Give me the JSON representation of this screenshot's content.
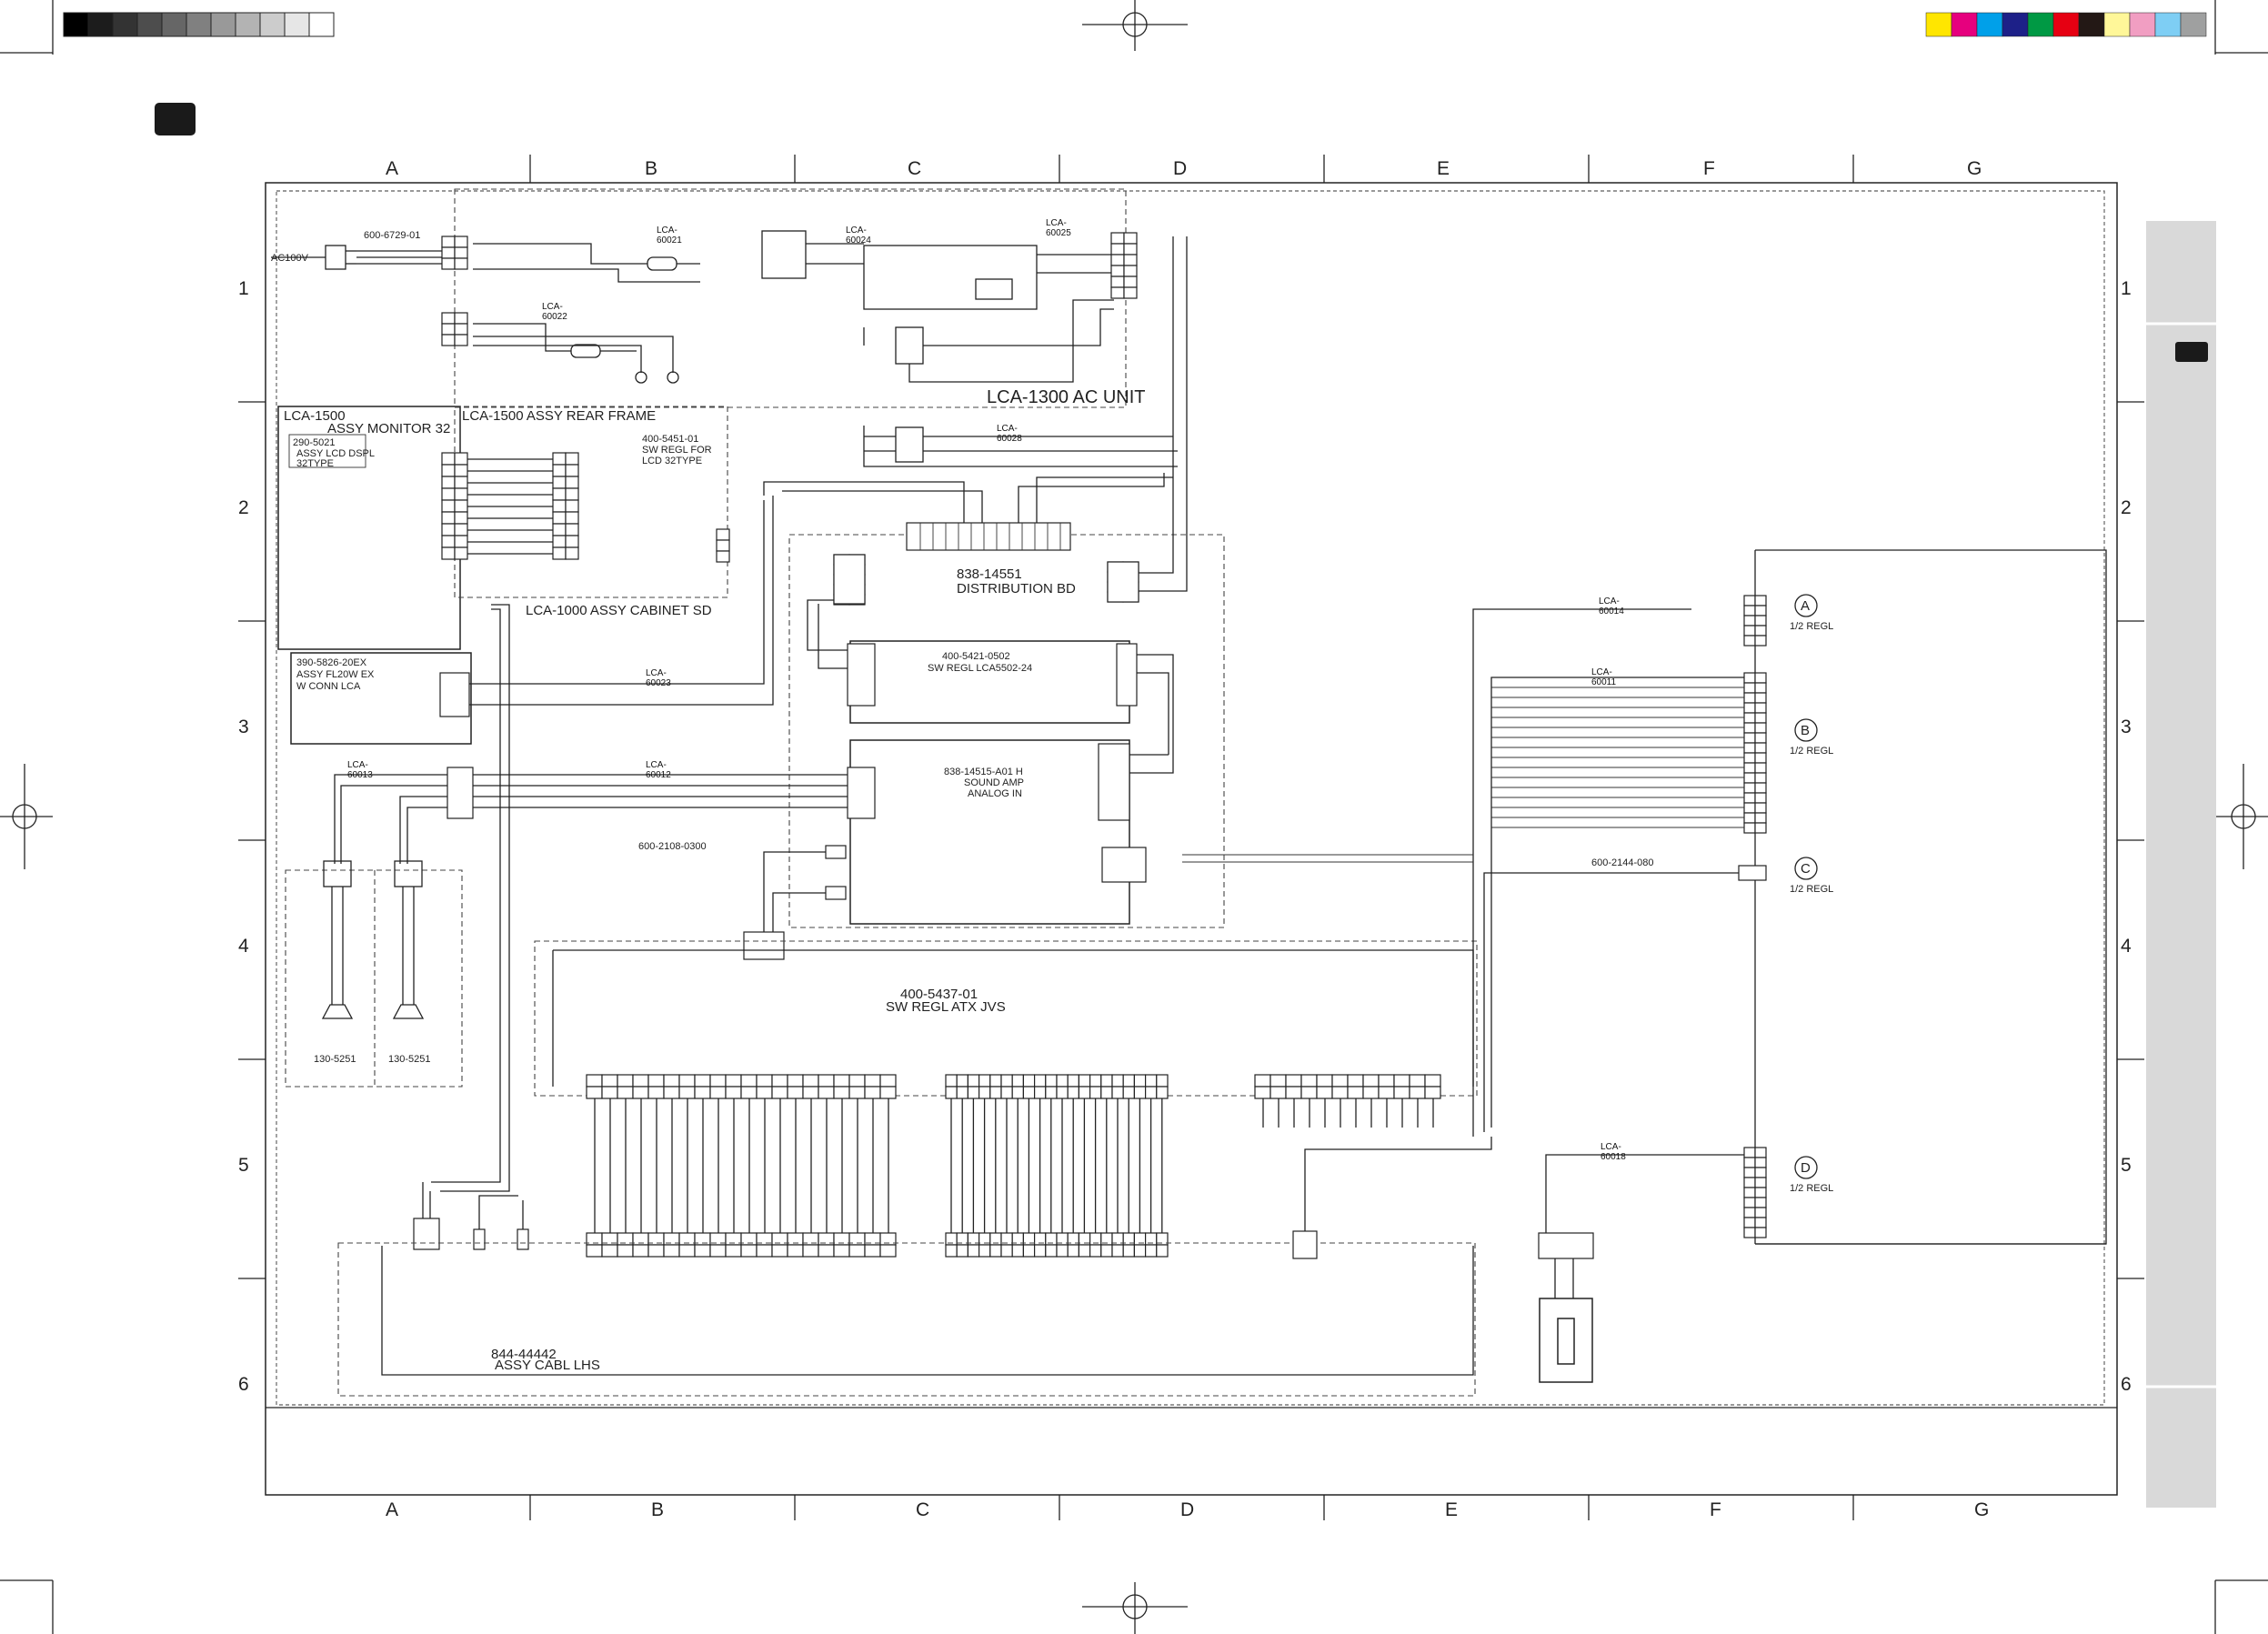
{
  "colors": {
    "registration": [
      "#000000",
      "#1c1c1c",
      "#333333",
      "#4d4d4d",
      "#666666",
      "#808080",
      "#999999",
      "#b3b3b3",
      "#cccccc",
      "#e6e6e6",
      "#ffffff"
    ],
    "process": [
      "#ffe600",
      "#e6007e",
      "#00a0e9",
      "#1d2088",
      "#009944",
      "#e60012",
      "#231815",
      "#fff799",
      "#f19ec2",
      "#7ecef4",
      "#9fa0a0"
    ],
    "side_tab": "#d9d9d9",
    "page_badge": "#1a1a1a"
  },
  "columns": [
    "A",
    "B",
    "C",
    "D",
    "E",
    "F",
    "G"
  ],
  "rows": [
    "1",
    "2",
    "3",
    "4",
    "5",
    "6"
  ],
  "blocks": {
    "ac_unit": "LCA-1300  AC UNIT",
    "monitor": "LCA-1500",
    "monitor_assy": "ASSY MONITOR 32",
    "rear_frame": "LCA-1500  ASSY REAR FRAME",
    "cabinet": "LCA-1000  ASSY CABINET SD",
    "distribution": "838-14551",
    "distribution_name": "DISTRIBUTION BD",
    "lcd_panel_no": "290-5021",
    "lcd_panel": "ASSY LCD DSPL",
    "lcd_panel_sub": "32TYPE",
    "sw_reg_lcd_no": "400-5451-01",
    "sw_reg_lcd": "SW REGL FOR",
    "sw_reg_lcd_sub": "LCD 32TYPE",
    "fl_no": "390-5826-20EX",
    "fl": "ASSY FL20W EX",
    "fl_sub": "W CONN LCA",
    "sw_reg_ls_no": "400-5421-0502",
    "sw_reg_ls": "SW REGL LCA5502-24",
    "amp_no": "838-14515-A01 H",
    "amp": "SOUND AMP",
    "amp_sub": "ANALOG IN",
    "sw_reg_atx_no": "400-5437-01",
    "sw_reg_atx": "SW REGL ATX JVS",
    "cabl_no": "844-44442",
    "cabl": "ASSY CABL LHS",
    "speaker_left": "130-5251",
    "speaker_right": "130-5251",
    "ac_in": "AC100V",
    "cable_ac": "600-6729-01",
    "cable_1": "600-2108-0300",
    "cable_2": "600-2144-080"
  },
  "circles": [
    {
      "label": "A",
      "sub": "1/2 REGL"
    },
    {
      "label": "B",
      "sub": "1/2 REGL"
    },
    {
      "label": "C",
      "sub": "1/2 REGL"
    },
    {
      "label": "D",
      "sub": "1/2 REGL"
    }
  ],
  "cable_ids": [
    "LCA-60021",
    "LCA-60024",
    "LCA-60025",
    "LCA-60022",
    "LCA-60028",
    "LCA-60023",
    "LCA-60013",
    "LCA-60012",
    "LCA-60014",
    "LCA-60011",
    "LCA-60018"
  ]
}
